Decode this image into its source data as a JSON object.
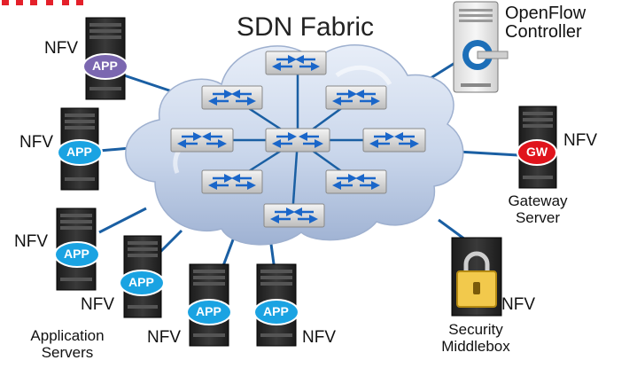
{
  "title": "SDN Fabric",
  "controller": {
    "line1": "OpenFlow",
    "line2": "Controller"
  },
  "gateway": {
    "badge": "GW",
    "label": "NFV",
    "caption1": "Gateway",
    "caption2": "Server"
  },
  "security": {
    "label": "NFV",
    "caption1": "Security",
    "caption2": "Middlebox"
  },
  "app_servers": {
    "caption1": "Application",
    "caption2": "Servers",
    "badge": "APP",
    "nfv_label": "NFV",
    "switch_count": 9
  },
  "colors": {
    "app_badge_purple": "#7b67b0",
    "app_badge_blue": "#1aa3e2",
    "gw_badge": "#e0141c",
    "link_line": "#1a5fa3",
    "cloud": "#c5d4ea",
    "lock": "#f2c94c"
  },
  "icons": [
    "server-icon",
    "switch-icon",
    "controller-icon",
    "lock-icon",
    "cloud-icon"
  ]
}
